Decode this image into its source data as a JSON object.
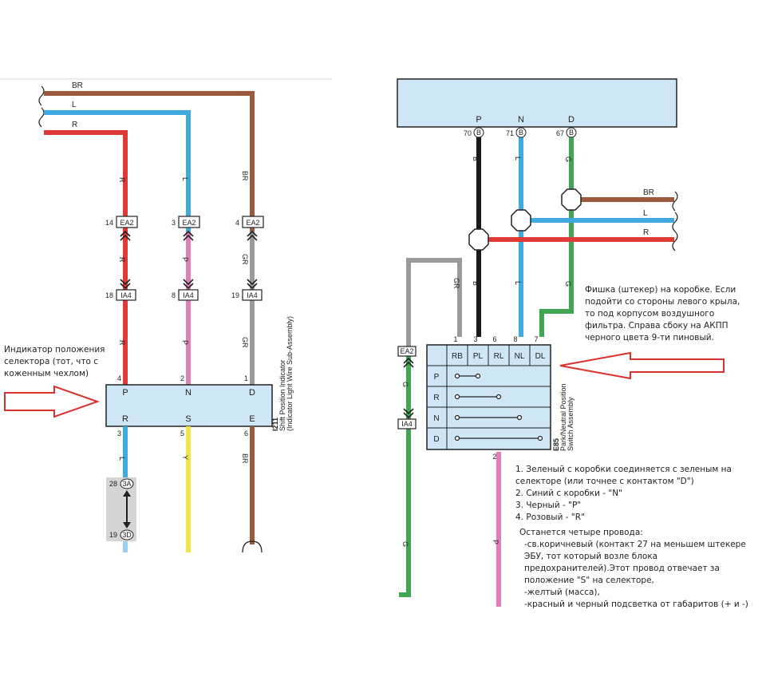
{
  "left_diagram": {
    "wires_top": {
      "br": "BR",
      "l": "L",
      "r": "R"
    },
    "wire_codes": {
      "r": "R",
      "l": "L",
      "br": "BR",
      "p": "P",
      "gr": "GR",
      "y": "Y"
    },
    "connector_ea2": "EA2",
    "connector_ia4": "IA4",
    "ea2_pins": [
      "14",
      "3",
      "4"
    ],
    "ia4_pins": [
      "18",
      "8",
      "19"
    ],
    "component": {
      "top_pins": [
        "P",
        "N",
        "D"
      ],
      "top_pin_numbers": [
        "4",
        "2",
        "1"
      ],
      "bottom_pins": [
        "R",
        "S",
        "E"
      ],
      "bottom_pin_numbers": [
        "3",
        "5",
        "6"
      ],
      "id": "I211",
      "name": "Shift Position Indicator",
      "subname": "(Indicator Light Wire Sub-Assembly)"
    },
    "junction": {
      "top": "3A",
      "bottom": "3D",
      "top_num": "28",
      "bottom_num": "19"
    },
    "annotation": [
      "Индикатор положения",
      "селектора (тот, что с",
      "коженным чехлом)"
    ]
  },
  "right_diagram": {
    "ecu_pins": [
      "P",
      "N",
      "D"
    ],
    "ecu_pin_numbers": [
      "70",
      "71",
      "67"
    ],
    "ecu_pin_badge": "B",
    "wire_codes": {
      "b": "B",
      "l": "L",
      "g": "G",
      "gr": "GR",
      "p": "P"
    },
    "side_wires": {
      "br": "BR",
      "l": "L",
      "r": "R"
    },
    "connector_ea2": "EA2",
    "connector_ia4": "IA4",
    "switch": {
      "pin_numbers": [
        "1",
        "3",
        "6",
        "8",
        "7"
      ],
      "columns": [
        "RB",
        "PL",
        "RL",
        "NL",
        "DL"
      ],
      "rows": [
        "P",
        "R",
        "N",
        "D"
      ],
      "bottom_pin": "2",
      "id": "E85",
      "name": "Park/Neutral Position",
      "subname": "Switch Assembly"
    },
    "annotation": [
      "Фишка (штекер) на коробке. Если",
      "подойти со стороны левого крыла,",
      "то под корпусом воздушного",
      "фильтра. Справа сбоку на АКПП",
      "черного цвета 9-ти пиновый."
    ],
    "notes": [
      "1. Зеленый с коробки соединяется с зеленым на",
      "селекторе (или точнее с контактом \"D\")",
      "2. Синий с коробки - \"N\"",
      "3. Черный - \"P\"",
      "4. Розовый - \"R\""
    ],
    "notes2": [
      "Останется четыре провода:",
      "-св.коричневый (контакт 27 на меньшем штекере",
      "ЭБУ, тот который возле блока",
      "предохранителей).Этот провод отвечает за",
      "положение \"S\" на селекторе,",
      "-желтый (масса),",
      "-красный и черный подсветка от габаритов (+ и -)"
    ]
  },
  "colors": {
    "brown": "#9B5A3C",
    "blue": "#3FA9E0",
    "red": "#E03A36",
    "pink": "#E27FB8",
    "gray": "#9A9A9A",
    "yellow": "#F2E54A",
    "black": "#1A1A1A",
    "green": "#3FA653",
    "component_fill": "#CFE6F7",
    "arrow": "#D9312C"
  }
}
